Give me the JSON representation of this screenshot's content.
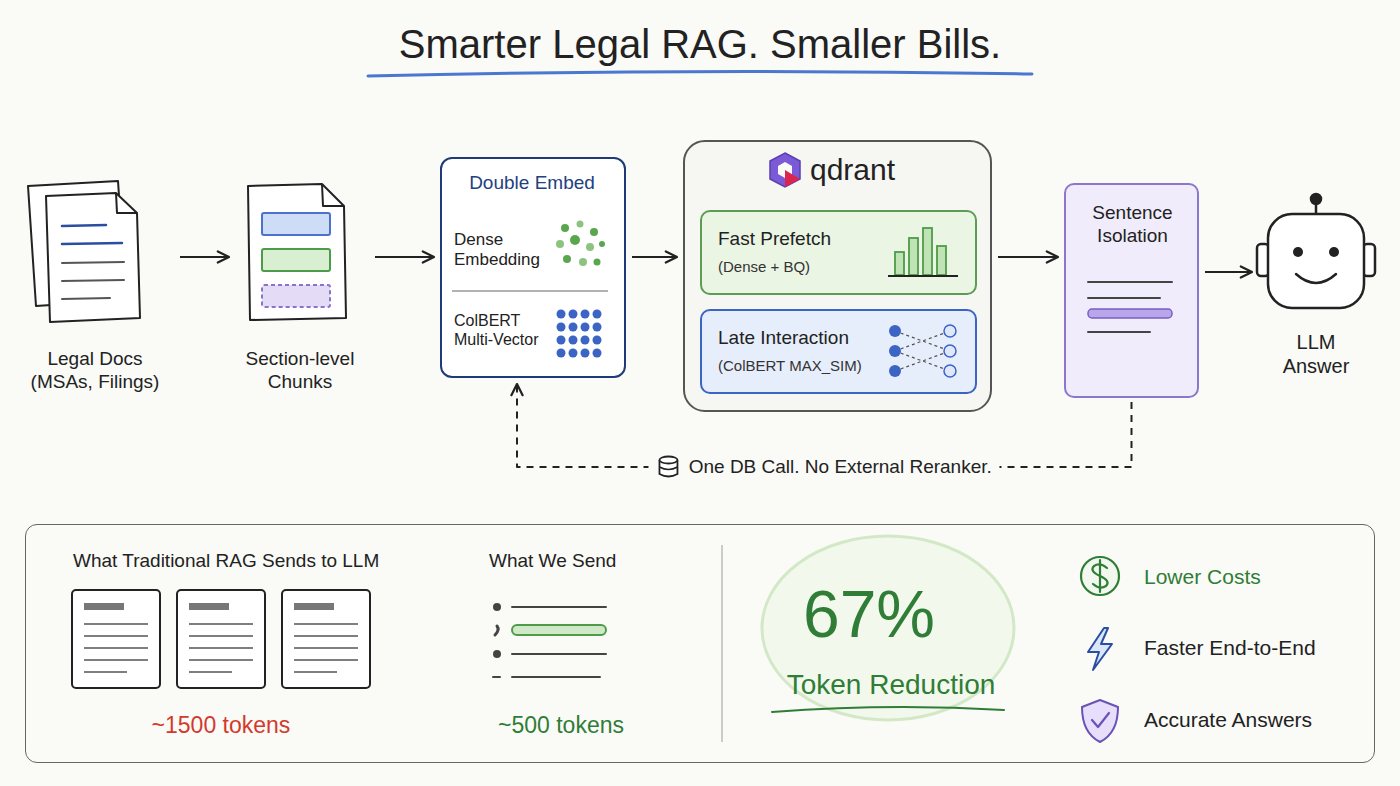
{
  "diagram": {
    "title": "Smarter Legal RAG. Smaller Bills.",
    "nodes": [
      {
        "text": [
          "Legal Docs (MSAs, Filings)"
        ]
      },
      {
        "text": [
          "Section-level Chunks"
        ]
      },
      {
        "text": [
          "Double Embed",
          "Dense Embedding",
          "ColBERT Multi-Vector"
        ]
      },
      {
        "text": [
          "qdrant"
        ]
      },
      {
        "text": [
          "Fast Prefetch",
          "(Dense + BQ)"
        ],
        "in": 3
      },
      {
        "text": [
          "Late Interaction",
          "(ColBERT MAX_SIM)"
        ],
        "in": 3
      },
      {
        "text": [
          "Sentence Isolation"
        ]
      },
      {
        "text": [
          "LLM Answer"
        ]
      },
      {
        "text": [
          "What Traditional RAG Sends to LLM",
          "~1500 tokens",
          "What We Send",
          "~500 tokens",
          "67%",
          "Token Reduction",
          "Lower Costs",
          "Faster End-to-End",
          "Accurate Answers"
        ]
      }
    ],
    "edges": [
      {
        "from": 0,
        "to": 1,
        "arrow": "to"
      },
      {
        "from": 1,
        "to": 2,
        "arrow": "to"
      },
      {
        "from": 2,
        "to": 3,
        "arrow": "to"
      },
      {
        "from": 3,
        "to": 6,
        "arrow": "to"
      },
      {
        "from": 6,
        "to": 7,
        "arrow": "to"
      },
      {
        "from": 6,
        "to": 2,
        "arrow": "to",
        "label": "One DB Call. No External Reranker."
      }
    ]
  }
}
